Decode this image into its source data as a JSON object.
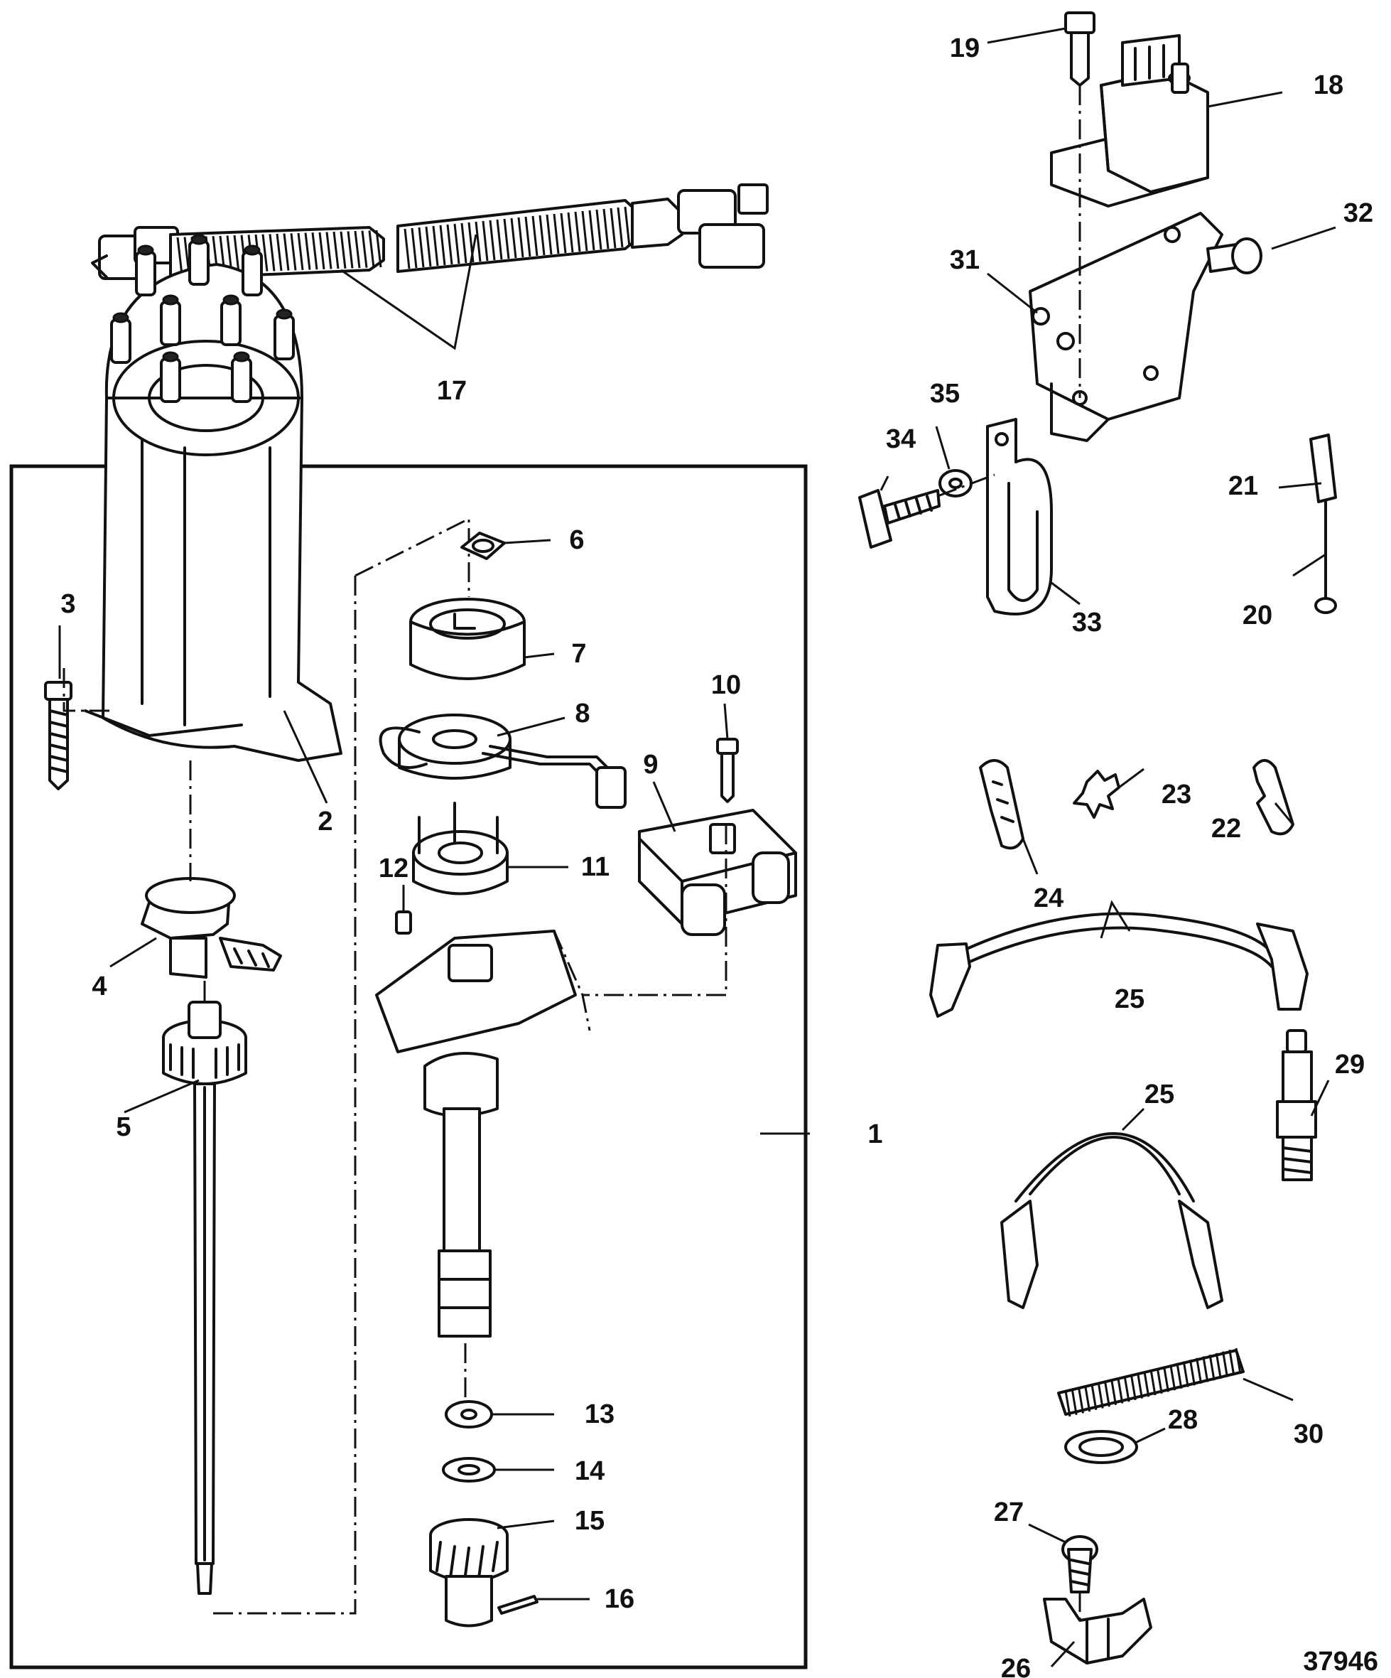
{
  "figure_number": "37946",
  "callouts": [
    {
      "id": "c1",
      "label": "1"
    },
    {
      "id": "c2",
      "label": "2"
    },
    {
      "id": "c3",
      "label": "3"
    },
    {
      "id": "c4",
      "label": "4"
    },
    {
      "id": "c5",
      "label": "5"
    },
    {
      "id": "c6",
      "label": "6"
    },
    {
      "id": "c7",
      "label": "7"
    },
    {
      "id": "c8",
      "label": "8"
    },
    {
      "id": "c9",
      "label": "9"
    },
    {
      "id": "c10",
      "label": "10"
    },
    {
      "id": "c11",
      "label": "11"
    },
    {
      "id": "c12",
      "label": "12"
    },
    {
      "id": "c13",
      "label": "13"
    },
    {
      "id": "c14",
      "label": "14"
    },
    {
      "id": "c15",
      "label": "15"
    },
    {
      "id": "c16",
      "label": "16"
    },
    {
      "id": "c17",
      "label": "17"
    },
    {
      "id": "c18",
      "label": "18"
    },
    {
      "id": "c19",
      "label": "19"
    },
    {
      "id": "c20",
      "label": "20"
    },
    {
      "id": "c21",
      "label": "21"
    },
    {
      "id": "c22",
      "label": "22"
    },
    {
      "id": "c23",
      "label": "23"
    },
    {
      "id": "c24",
      "label": "24"
    },
    {
      "id": "c25a",
      "label": "25"
    },
    {
      "id": "c25b",
      "label": "25"
    },
    {
      "id": "c26",
      "label": "26"
    },
    {
      "id": "c27",
      "label": "27"
    },
    {
      "id": "c28",
      "label": "28"
    },
    {
      "id": "c29",
      "label": "29"
    },
    {
      "id": "c30",
      "label": "30"
    },
    {
      "id": "c31",
      "label": "31"
    },
    {
      "id": "c32",
      "label": "32"
    },
    {
      "id": "c33",
      "label": "33"
    },
    {
      "id": "c34",
      "label": "34"
    },
    {
      "id": "c35",
      "label": "35"
    }
  ]
}
